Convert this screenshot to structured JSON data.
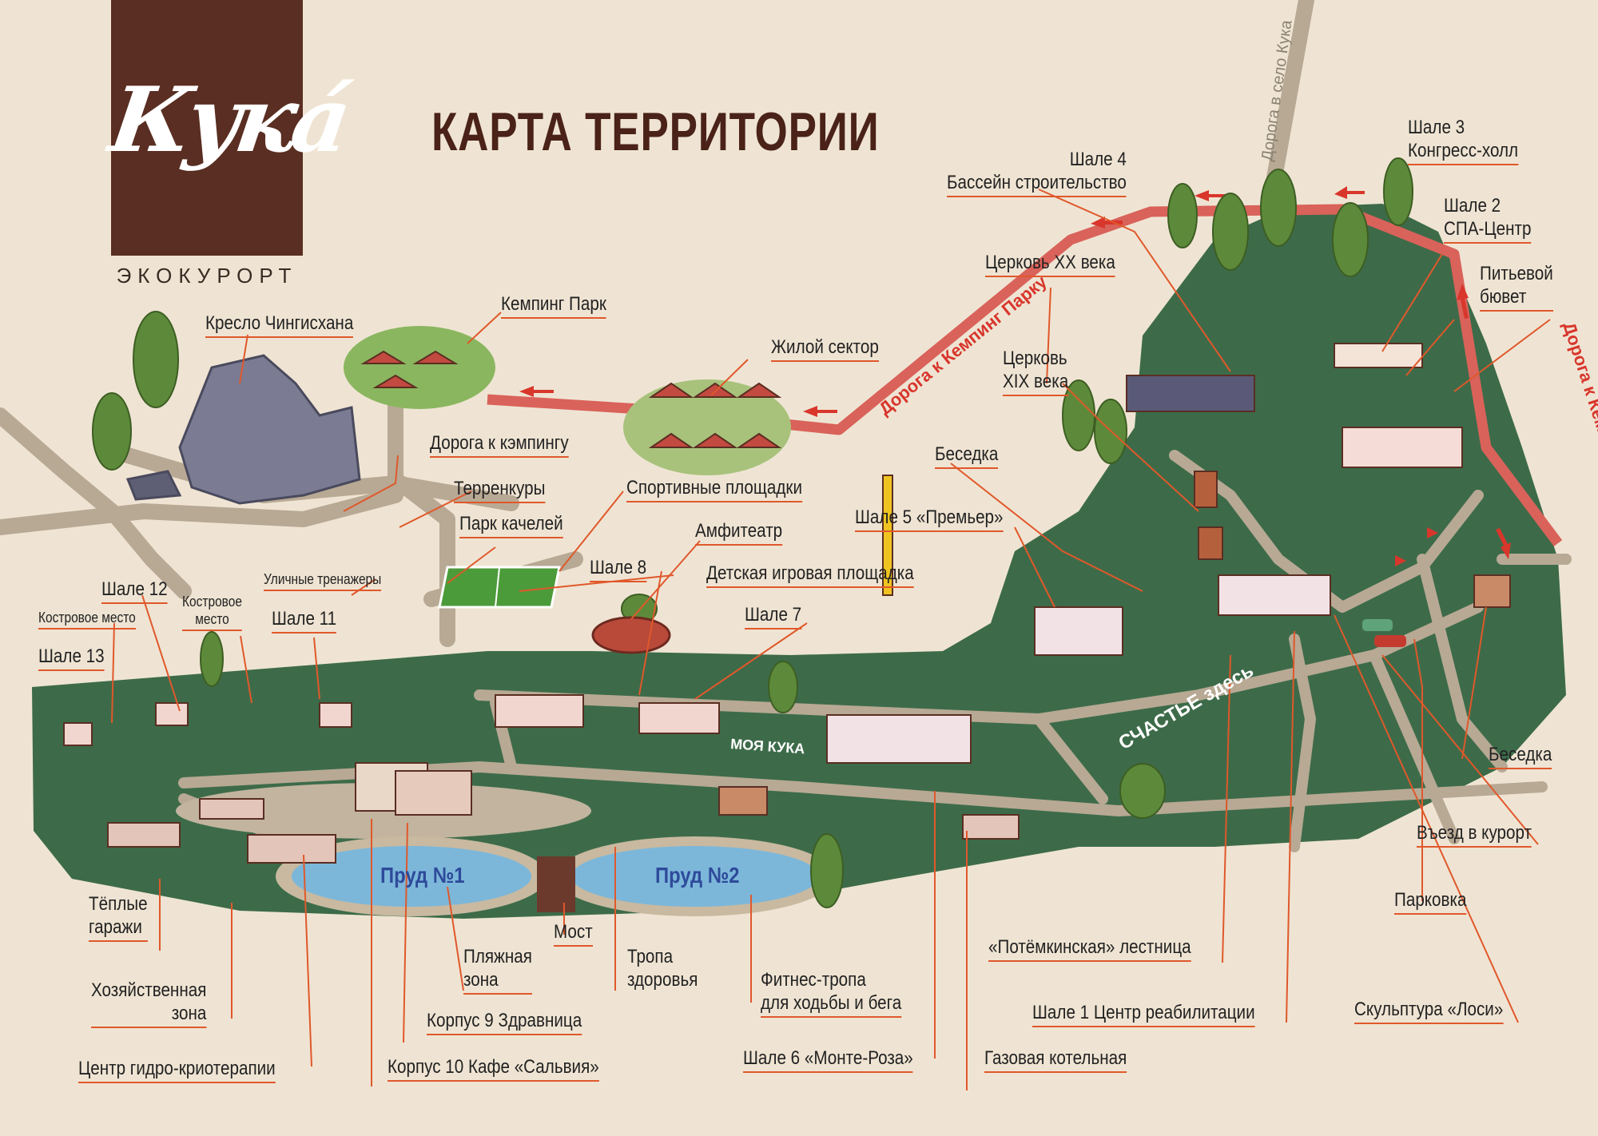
{
  "brand": {
    "logo_text": "Кука́",
    "tagline": "ЭКОКУРОРТ"
  },
  "title": "КАРТА ТЕРРИТОРИИ",
  "colors": {
    "brand": "#5a2e22",
    "background": "#efe4d3",
    "grass": "#3d6b49",
    "path": "#b8a994",
    "route": "#d9625a",
    "leader": "#e0582b",
    "water": "#7cb7da"
  },
  "roads": {
    "to_village": "Дорога в село Кука",
    "to_camping_park_upper": "Дорога к Кемпинг Парку",
    "to_camping_park_right": "Дорога к Кемпинг Парку"
  },
  "ponds": {
    "pond1": "Пруд №1",
    "pond2": "Пруд №2"
  },
  "signs": {
    "happiness": "СЧАСТЬЕ здесь",
    "my_kuka": "МОЯ КУКА"
  },
  "labels": {
    "chalet4": "Шале 4\nБассейн строительство",
    "chalet3": "Шале 3\nКонгресс-холл",
    "chalet2": "Шале 2\nСПА-Центр",
    "drinking_fountain": "Питьевой\nбювет",
    "church_20": "Церковь XX века",
    "church_19": "Церковь\nXIX века",
    "genghis_chair": "Кресло Чингисхана",
    "camping_park": "Кемпинг Парк",
    "living_sector": "Жилой сектор",
    "road_to_camping": "Дорога к кэмпингу",
    "terrenkury": "Терренкуры",
    "swing_park": "Парк качелей",
    "sports_grounds": "Спортивные площадки",
    "gazebo_top": "Беседка",
    "chalet5": "Шале 5 «Премьер»",
    "amphitheater": "Амфитеатр",
    "chalet8": "Шале 8",
    "playground": "Детская игровая площадка",
    "chalet7": "Шале 7",
    "street_gym": "Уличные тренажеры",
    "chalet12": "Шале 12",
    "fire_place_1": "Костровое место",
    "fire_place_2": "Костровое\nместо",
    "chalet11": "Шале 11",
    "chalet13": "Шале 13",
    "gazebo_right": "Беседка",
    "entrance": "Въезд в курорт",
    "parking": "Парковка",
    "warm_garages": "Тёплые\nгаражи",
    "bridge": "Мост",
    "beach_zone": "Пляжная\nзона",
    "health_trail": "Тропа\nздоровья",
    "fitness_trail": "Фитнес-тропа\nдля ходьбы и бега",
    "potemkin_stairs": "«Потёмкинская» лестница",
    "utility_zone": "Хозяйственная\nзона",
    "corpus9": "Корпус 9 Здравница",
    "chalet1": "Шале 1  Центр реабилитации",
    "moose_sculpture": "Скульптура «Лоси»",
    "hydro_cryo": "Центр гидро-криотерапии",
    "corpus10": "Корпус 10 Кафе «Сальвия»",
    "chalet6": "Шале 6 «Монте-Роза»",
    "gas_boiler": "Газовая котельная"
  }
}
